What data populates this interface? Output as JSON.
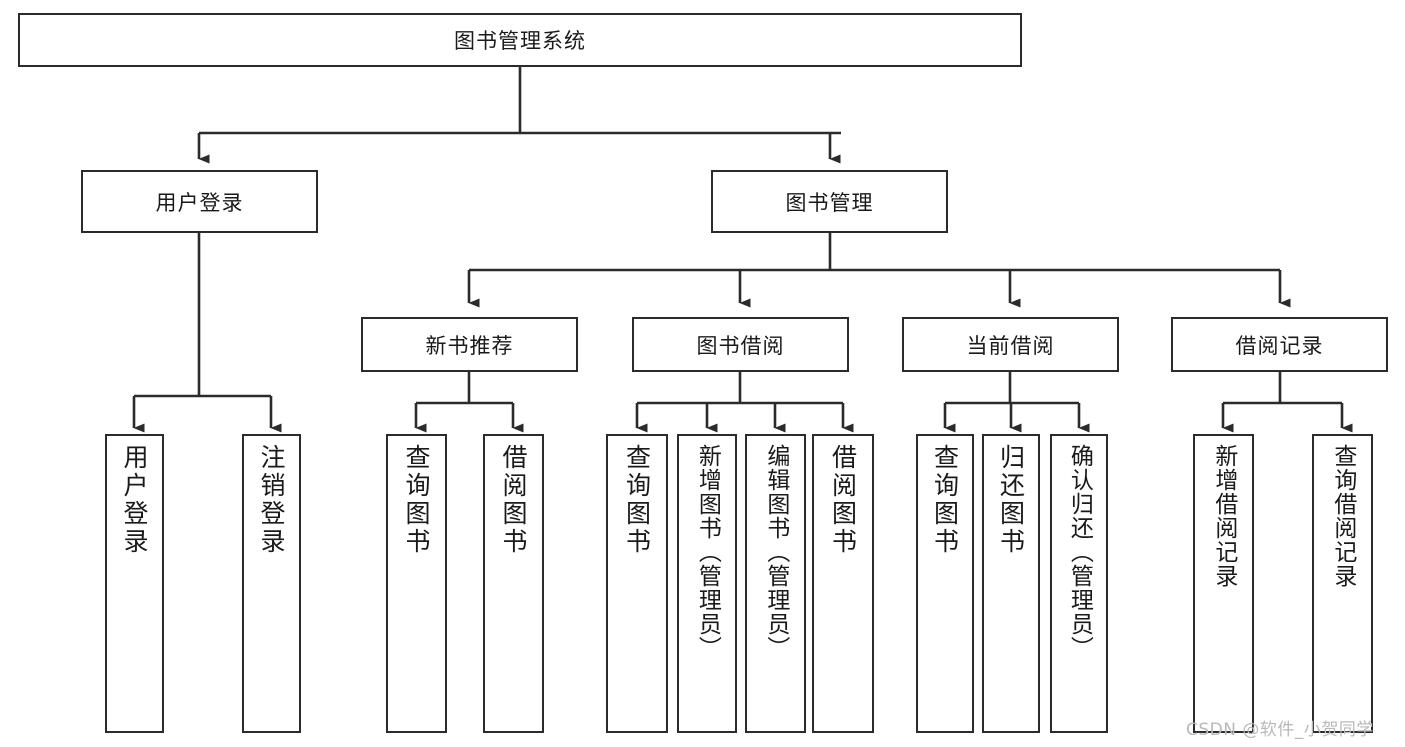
{
  "diagram": {
    "type": "tree-hierarchy",
    "title": "图书管理系统",
    "root": {
      "label": "图书管理系统"
    },
    "level2": [
      {
        "label": "用户登录"
      },
      {
        "label": "图书管理"
      }
    ],
    "level3": [
      {
        "label": "新书推荐"
      },
      {
        "label": "图书借阅"
      },
      {
        "label": "当前借阅"
      },
      {
        "label": "借阅记录"
      }
    ],
    "leaves": {
      "user_login": [
        {
          "label": "用户登录"
        },
        {
          "label": "注销登录"
        }
      ],
      "new_book_recommend": [
        {
          "label": "查询图书"
        },
        {
          "label": "借阅图书"
        }
      ],
      "book_borrow": [
        {
          "label": "查询图书"
        },
        {
          "label": "新增图书（管理员）"
        },
        {
          "label": "编辑图书（管理员）"
        },
        {
          "label": "借阅图书"
        }
      ],
      "current_borrow": [
        {
          "label": "查询图书"
        },
        {
          "label": "归还图书"
        },
        {
          "label": "确认归还（管理员）"
        }
      ],
      "borrow_record": [
        {
          "label": "新增借阅记录"
        },
        {
          "label": "查询借阅记录"
        }
      ]
    }
  },
  "watermark": {
    "text": "CSDN @软件_小贺同学"
  },
  "colors": {
    "box_border": "#2b2b2b",
    "box_fill": "#ffffff",
    "connector": "#2b2b2b",
    "text": "#1a1a1a",
    "watermark": "#b9b9b9"
  }
}
